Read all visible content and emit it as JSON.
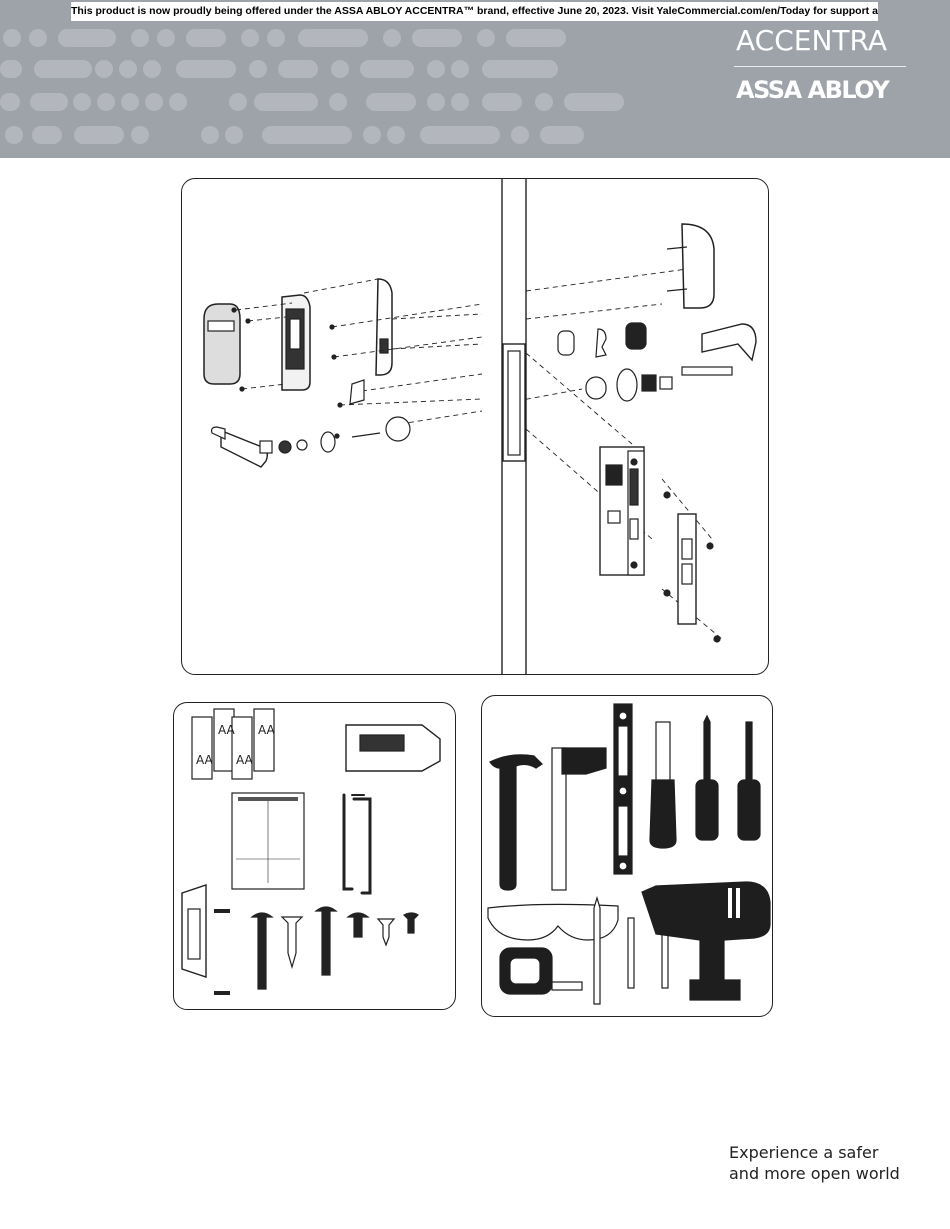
{
  "header": {
    "notice": "This product is now proudly being offered under the ASSA ABLOY ACCENTRA™ brand, effective June 20, 2023. Visit YaleCommercial.com/en/Today for support and information.",
    "logo_primary": "ACCENTRA",
    "logo_secondary": "ASSA ABLOY",
    "background_color": "#9ea3aa"
  },
  "kit_panel": {
    "battery_labels": [
      "AA",
      "AA",
      "AA",
      "AA"
    ]
  },
  "footer": {
    "tagline_line1": "Experience a safer",
    "tagline_line2": "and more open world"
  }
}
